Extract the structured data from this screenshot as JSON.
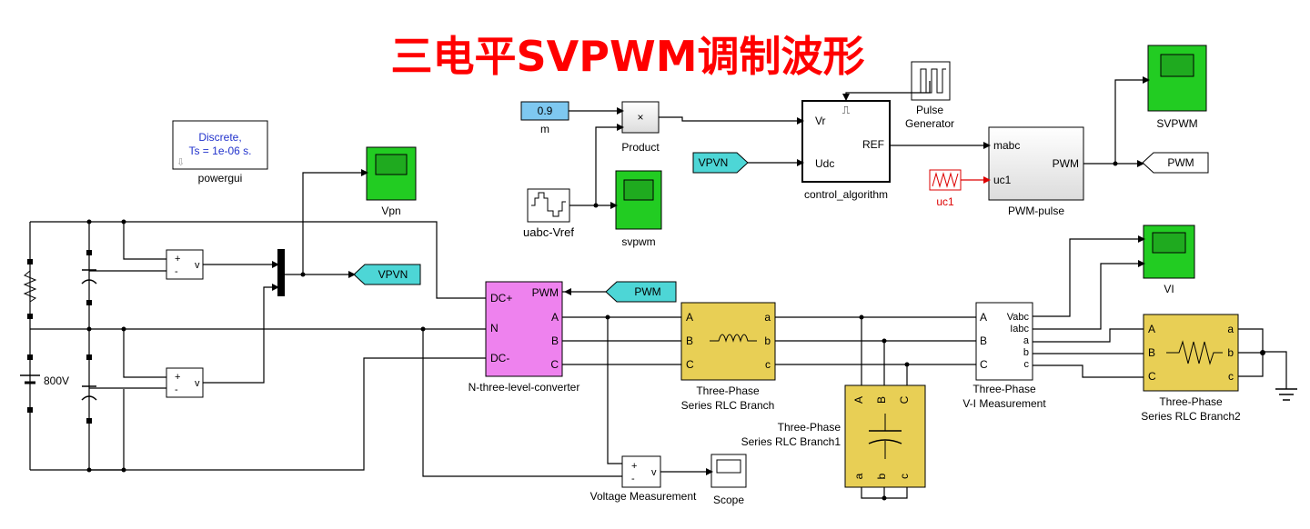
{
  "title": "三电平SVPWM调制波形",
  "powergui": {
    "line1": "Discrete,",
    "line2": "Ts = 1e-06 s.",
    "name": "powergui"
  },
  "blocks": {
    "m": {
      "value": "0.9",
      "name": "m"
    },
    "product": {
      "symbol": "×",
      "name": "Product"
    },
    "uabc_vref": {
      "name": "uabc-Vref"
    },
    "svpwm_scope": {
      "name": "svpwm"
    },
    "vpvn_from": {
      "label": "VPVN"
    },
    "control": {
      "in1": "Vr",
      "in2": "Udc",
      "out": "REF",
      "name": "control_algorithm"
    },
    "pulse_gen": {
      "name1": "Pulse",
      "name2": "Generator"
    },
    "pwm_pulse": {
      "in1": "mabc",
      "in2": "uc1",
      "out": "PWM",
      "name": "PWM-pulse"
    },
    "uc1_src": {
      "name": "uc1"
    },
    "svpwm_out_scope": {
      "name": "SVPWM"
    },
    "pwm_goto": {
      "label": "PWM"
    },
    "vpn_scope": {
      "name": "Vpn"
    },
    "vpvn_goto": {
      "label": "VPVN"
    },
    "pwm_from": {
      "label": "PWM"
    },
    "converter": {
      "dcp": "DC+",
      "n": "N",
      "dcm": "DC-",
      "pwm": "PWM",
      "a": "A",
      "b": "B",
      "c": "C",
      "name": "N-three-level-converter"
    },
    "rlc1": {
      "a": "A",
      "b": "B",
      "c": "C",
      "ao": "a",
      "bo": "b",
      "co": "c",
      "name1": "Three-Phase",
      "name2": "Series RLC Branch"
    },
    "rlc_cap": {
      "a": "A",
      "b": "B",
      "c": "C",
      "ao": "a",
      "bo": "b",
      "co": "c",
      "name1": "Three-Phase",
      "name2": "Series RLC Branch1"
    },
    "vi_meas": {
      "a": "A",
      "b": "B",
      "c": "C",
      "vabc": "Vabc",
      "iabc": "Iabc",
      "ao": "a",
      "bo": "b",
      "co": "c",
      "name1": "Three-Phase",
      "name2": "V-I Measurement"
    },
    "vi_scope": {
      "name": "VI"
    },
    "rlc2": {
      "a": "A",
      "b": "B",
      "c": "C",
      "ao": "a",
      "bo": "b",
      "co": "c",
      "name1": "Three-Phase",
      "name2": "Series RLC Branch2"
    },
    "vmeas1": {
      "plus": "+",
      "minus": "-",
      "v": "v"
    },
    "vmeas2": {
      "plus": "+",
      "minus": "-",
      "v": "v"
    },
    "vmeas3": {
      "plus": "+",
      "minus": "-",
      "v": "v",
      "name": "Voltage Measurement"
    },
    "scope": {
      "name": "Scope"
    },
    "dc_source": {
      "label": "800V"
    }
  },
  "colors": {
    "title": "#ff0000",
    "scope_green": "#22cc22",
    "converter_magenta": "#ee82ee",
    "rlc_yellow": "#e8cf55",
    "const_blue": "#7ec8f0",
    "goto_cyan": "#4dd6d6",
    "uc1_red": "#dd0000"
  }
}
